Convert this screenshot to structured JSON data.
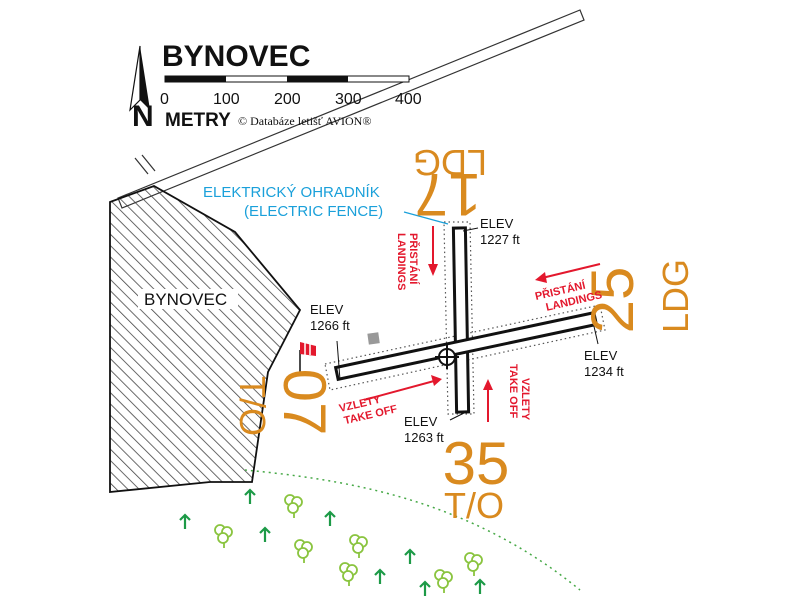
{
  "map": {
    "title": "BYNOVEC",
    "north_label": "N",
    "scale": {
      "ticks": [
        "0",
        "100",
        "200",
        "300",
        "400"
      ],
      "unit": "METRY",
      "copyright": "© Databáze letišť AVION®"
    },
    "village_label": "BYNOVEC",
    "fence_label": {
      "line1": "ELEKTRICKÝ OHRADNÍK",
      "line2": "(ELECTRIC FENCE)"
    },
    "elevations": [
      {
        "label": "ELEV",
        "value": "1227 ft"
      },
      {
        "label": "ELEV",
        "value": "1266 ft"
      },
      {
        "label": "ELEV",
        "value": "1234 ft"
      },
      {
        "label": "ELEV",
        "value": "1263 ft"
      }
    ],
    "runway_designators": {
      "rwy17": {
        "number": "17",
        "use": "LDG"
      },
      "rwy25": {
        "number": "25",
        "use": "LDG"
      },
      "rwy07": {
        "number": "07",
        "use": "T/O"
      },
      "rwy35": {
        "number": "35",
        "use": "T/O"
      }
    },
    "arrows_text": {
      "landings_17": {
        "cz": "PŘISTÁNÍ",
        "en": "LANDINGS"
      },
      "landings_25": {
        "cz": "PŘISTÁNÍ",
        "en": "LANDINGS"
      },
      "takeoff_07": {
        "cz": "VZLETY",
        "en": "TAKE OFF"
      },
      "takeoff_35": {
        "cz": "VZLETY",
        "en": "TAKE OFF"
      }
    },
    "colors": {
      "designator": "#d98a1f",
      "arrow": "#e3182d",
      "fence_label": "#1aa0da",
      "tree": "#1d9a47",
      "bush": "#8ac43f",
      "runway": "#111111"
    }
  }
}
